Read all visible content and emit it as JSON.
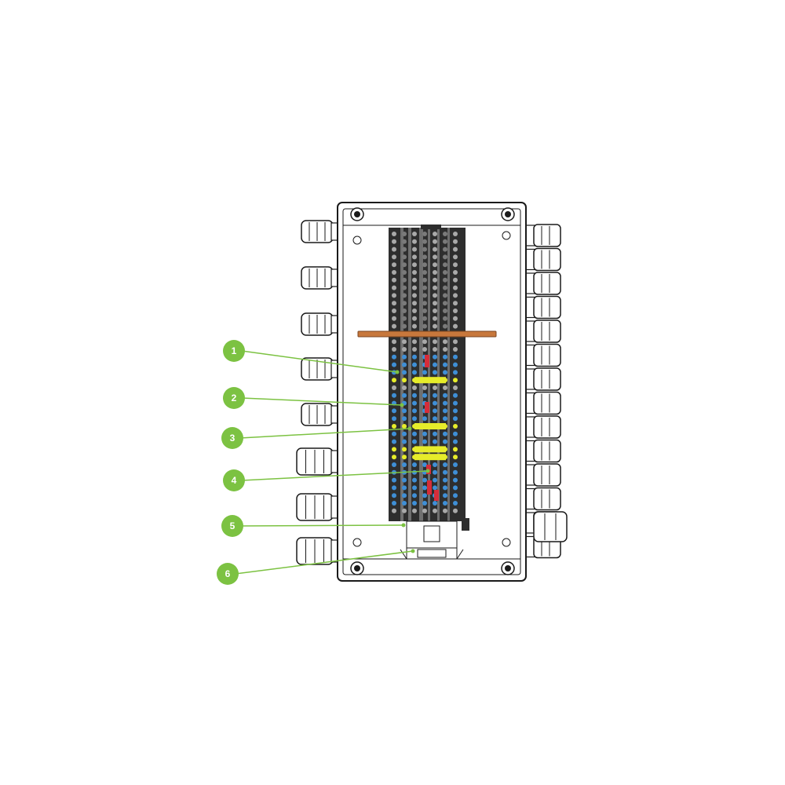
{
  "diagram": {
    "colors": {
      "callout": "#7cc242",
      "enclosure_stroke": "#1a1a1a",
      "terminal_dark": "#2e2e2e",
      "terminal_light": "#8c8c8c",
      "dot_grey": "#a9a9a9",
      "dot_yellow": "#e6ec2a",
      "dot_blue": "#3f8fd6",
      "marker_red": "#d62d3a",
      "bar_copper": "#c8783c"
    },
    "callouts": [
      {
        "label": "1"
      },
      {
        "label": "2"
      },
      {
        "label": "3"
      },
      {
        "label": "4"
      },
      {
        "label": "5"
      },
      {
        "label": "6"
      }
    ]
  }
}
